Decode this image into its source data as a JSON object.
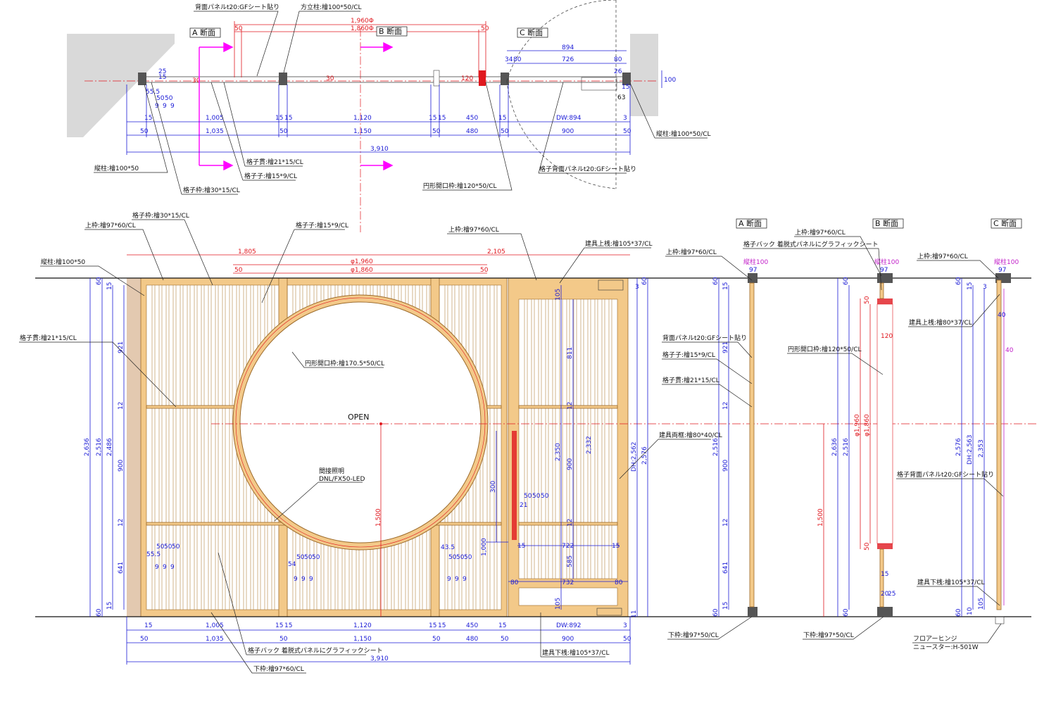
{
  "colors": {
    "wood": "#f3c989",
    "wood_edge": "#9c6a2a",
    "dim_blue": "#1a1ad6",
    "dim_red": "#e0181f",
    "marker": "#ff00ff",
    "wall_gray": "#d9d9d9",
    "grain": "#e3c9b0"
  },
  "plan": {
    "section_tags": [
      "A 断面",
      "B 断面",
      "C 断面"
    ],
    "labels": {
      "back_panel": "背面パネルt20:GFシート貼り",
      "square_post": "方立柱:檜100*50/CL",
      "vert_post_left": "縦柱:檜100*50",
      "lattice_nuki": "格子貫:檜21*15/CL",
      "lattice_ko": "格子子:檜15*9/CL",
      "lattice_frame": "格子枠:檜30*15/CL",
      "circle_frame": "円形開口枠:檜120*50/CL",
      "lattice_back_panel": "格子背面パネルt20:GFシート貼り",
      "vert_post_right": "縦柱:檜100*50/CL"
    },
    "dims_red": [
      "1,960Φ",
      "1,860Φ",
      "50",
      "50",
      "120",
      "30",
      "30"
    ],
    "dims_top": [
      "894",
      "34",
      "80",
      "726",
      "80",
      "26",
      "100",
      "15"
    ],
    "row1": [
      "15",
      "1,005",
      "15",
      "15",
      "1,120",
      "15",
      "15",
      "450",
      "15",
      "DW:894",
      "3"
    ],
    "row2": [
      "50",
      "1,035",
      "50",
      "1,150",
      "50",
      "480",
      "50",
      "900",
      "50"
    ],
    "total": "3,910",
    "small": [
      "25",
      "15",
      "55.5",
      "50",
      "50",
      "9",
      "9",
      "9",
      "63"
    ]
  },
  "elevation": {
    "labels": {
      "lattice_frame": "格子枠:檜30*15/CL",
      "top_rail_l": "上枠:檜97*60/CL",
      "vert_post": "縦柱:檜100*50",
      "lattice_nuki": "格子貫:檜21*15/CL",
      "lattice_ko": "格子子:檜15*9/CL",
      "top_rail_r": "上枠:檜97*60/CL",
      "door_top": "建具上桟:檜105*37/CL",
      "circle_frame": "円形開口枠:檜170.5*50/CL",
      "light_title": "間接照明",
      "light_model": "DNL/FX50-LED",
      "door_stile": "建具両框:檜80*40/CL",
      "back_panel": "格子バック 着脱式パネルにグラフィックシート",
      "bottom_rail": "下枠:檜97*60/CL",
      "door_bottom": "建具下桟:檜105*37/CL",
      "open": "OPEN"
    },
    "dims_red": [
      "1,805",
      "2,105",
      "φ1,960",
      "φ1,860",
      "50",
      "50",
      "1,500"
    ],
    "left_dims": [
      "2,636",
      "2,516",
      "2,486",
      "921",
      "900",
      "641",
      "60",
      "15",
      "12",
      "12",
      "15",
      "60"
    ],
    "door_dims": [
      "105",
      "811",
      "12",
      "2,350",
      "2,332",
      "900",
      "12",
      "585",
      "105",
      "722",
      "732",
      "80",
      "80",
      "15",
      "15",
      "300",
      "1,000",
      "50",
      "50",
      "50",
      "21"
    ],
    "right_dims": [
      "60",
      "3",
      "DH:2,562",
      "2,576",
      "11"
    ],
    "bottom_row1": [
      "15",
      "1,005",
      "15",
      "15",
      "1,120",
      "15",
      "15",
      "450",
      "15",
      "DW:892",
      "3"
    ],
    "bottom_row2": [
      "50",
      "1,035",
      "50",
      "1,150",
      "50",
      "480",
      "50",
      "900",
      "50"
    ],
    "bottom_total": "3,910",
    "small_l": [
      "50",
      "50",
      "50",
      "55.5",
      "9",
      "9",
      "9"
    ],
    "small_m": [
      "54",
      "50",
      "50",
      "50",
      "9",
      "9",
      "9"
    ],
    "small_r": [
      "43.5",
      "50",
      "50",
      "50",
      "9",
      "9",
      "9"
    ]
  },
  "sections": {
    "a": {
      "tag": "A 断面",
      "post": "縦柱100",
      "w": "97",
      "labels": [
        "上枠:檜97*60/CL",
        "背面パネルt20:GFシート貼り",
        "格子子:檜15*9/CL",
        "格子貫:檜21*15/CL",
        "下枠:檜97*50/CL"
      ],
      "dims": [
        "60",
        "15",
        "921",
        "12",
        "2,516",
        "900",
        "12",
        "641",
        "15",
        "60"
      ]
    },
    "b": {
      "tag": "B 断面",
      "post": "縦柱100",
      "w": "97",
      "labels": [
        "上枠:檜97*60/CL",
        "格子バック 着脱式パネルにグラフィックシート",
        "円形開口枠:檜120*50/CL",
        "下枠:檜97*50/CL"
      ],
      "dims": [
        "60",
        "50",
        "120",
        "φ1,960",
        "φ1,860",
        "2,636",
        "2,516",
        "1,500",
        "50",
        "15",
        "20",
        "25",
        "60"
      ]
    },
    "c": {
      "tag": "C 断面",
      "post": "縦柱100",
      "w": "97",
      "labels": [
        "上枠:檜97*60/CL",
        "建具上桟:檜80*37/CL",
        "格子背面パネルt20:GFシート貼り",
        "建具下桟:檜105*37/CL",
        "フロアーヒンジ",
        "ニュースター:H-501W"
      ],
      "dims": [
        "60",
        "15",
        "3",
        "40",
        "2,576",
        "DH:2,563",
        "2,353",
        "40",
        "105",
        "10",
        "60"
      ]
    }
  }
}
